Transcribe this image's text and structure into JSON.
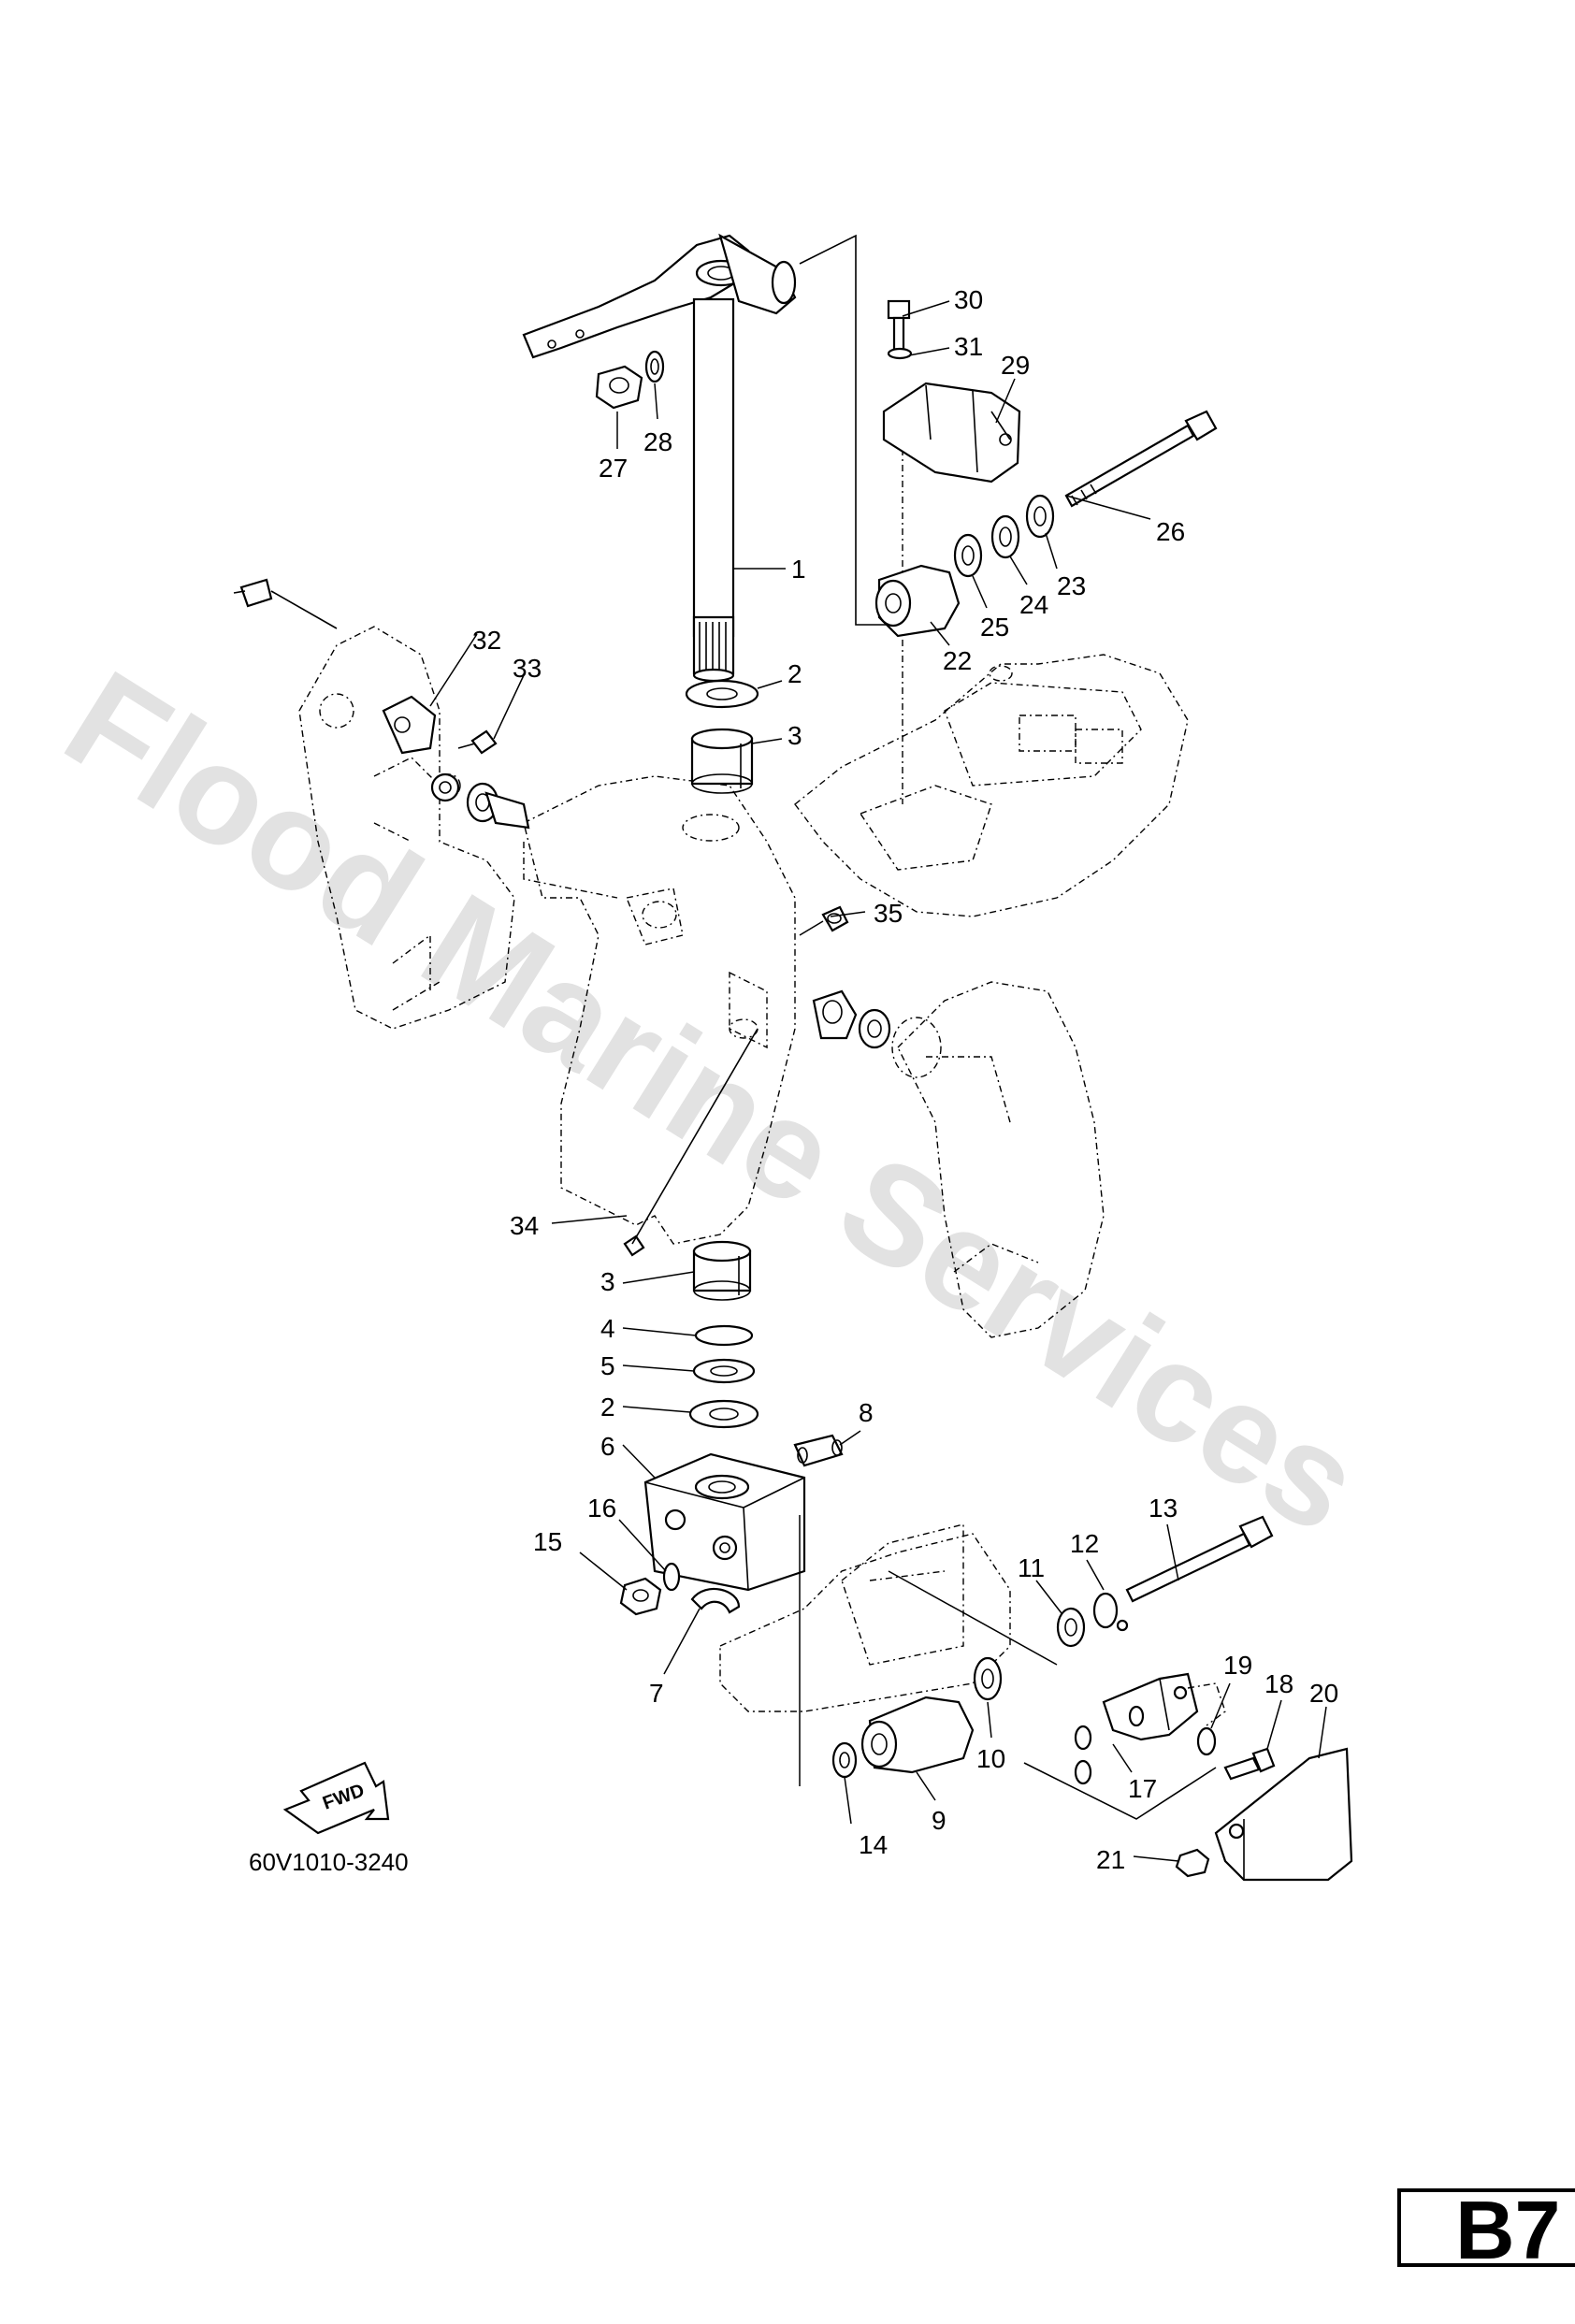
{
  "watermark": "Flood Marine Services",
  "diagram_code": "60V1010-3240",
  "page_badge": "B7",
  "fwd_label": "FWD",
  "callouts": [
    {
      "id": "1"
    },
    {
      "id": "2"
    },
    {
      "id": "3"
    },
    {
      "id": "2"
    },
    {
      "id": "3"
    },
    {
      "id": "4"
    },
    {
      "id": "5"
    },
    {
      "id": "6"
    },
    {
      "id": "7"
    },
    {
      "id": "8"
    },
    {
      "id": "9"
    },
    {
      "id": "10"
    },
    {
      "id": "11"
    },
    {
      "id": "12"
    },
    {
      "id": "13"
    },
    {
      "id": "14"
    },
    {
      "id": "15"
    },
    {
      "id": "16"
    },
    {
      "id": "17"
    },
    {
      "id": "18"
    },
    {
      "id": "19"
    },
    {
      "id": "20"
    },
    {
      "id": "21"
    },
    {
      "id": "22"
    },
    {
      "id": "23"
    },
    {
      "id": "24"
    },
    {
      "id": "25"
    },
    {
      "id": "26"
    },
    {
      "id": "27"
    },
    {
      "id": "28"
    },
    {
      "id": "29"
    },
    {
      "id": "30"
    },
    {
      "id": "31"
    },
    {
      "id": "32"
    },
    {
      "id": "33"
    },
    {
      "id": "34"
    },
    {
      "id": "35"
    }
  ]
}
